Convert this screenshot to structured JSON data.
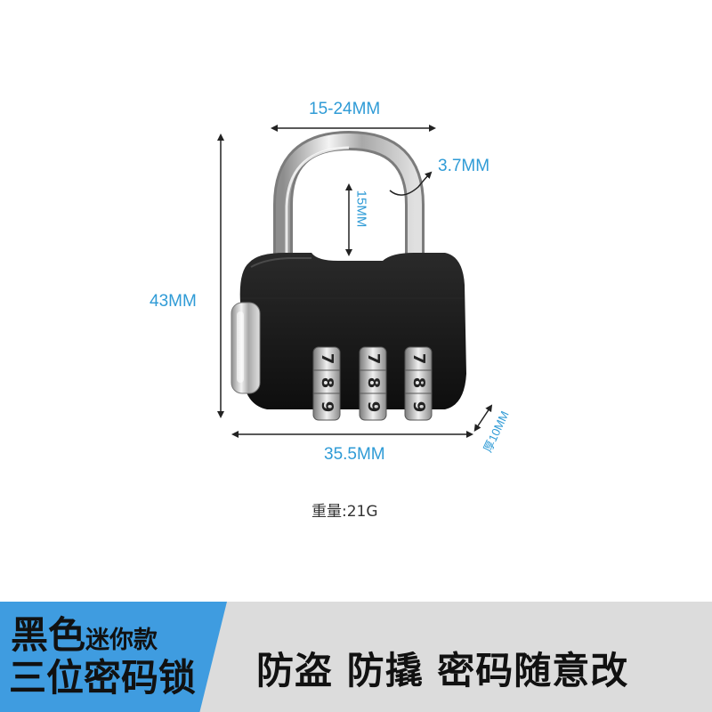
{
  "dimensions": {
    "shackle_width": "15-24MM",
    "shackle_diameter": "3.7MM",
    "shackle_height": "15MM",
    "total_height": "43MM",
    "body_width": "35.5MM",
    "thickness": "厚10MM"
  },
  "weight": "重量:21G",
  "combination_digits": [
    "7",
    "8",
    "9"
  ],
  "banner": {
    "title_main": "黑色",
    "title_sub": "迷你款",
    "subtitle": "三位密码锁",
    "slogan": "防盗 防撬 密码随意改"
  },
  "colors": {
    "accent_blue": "#3f9ce0",
    "dimension_blue": "#2f9bd6",
    "lock_body": "#1b1b1b",
    "banner_gray": "#dcdcdc"
  }
}
